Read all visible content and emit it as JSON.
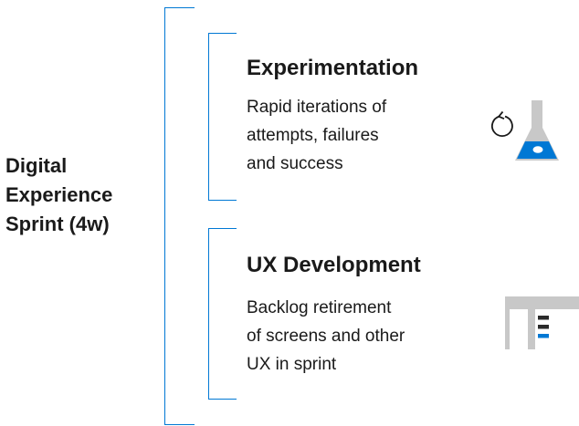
{
  "main": {
    "title_lines": [
      "Digital",
      "Experience",
      "Sprint (4w)"
    ]
  },
  "sections": [
    {
      "title": "Experimentation",
      "description_lines": [
        "Rapid iterations of",
        "attempts, failures",
        "and success"
      ],
      "icon": "lab-flask-refresh-icon"
    },
    {
      "title": "UX Development",
      "description_lines": [
        "Backlog retirement",
        "of screens and other",
        "UX in sprint"
      ],
      "icon": "ui-screen-icon"
    }
  ],
  "colors": {
    "accent": "#0078d4",
    "icon_gray": "#c8c8c8",
    "text": "#1a1a1a"
  }
}
